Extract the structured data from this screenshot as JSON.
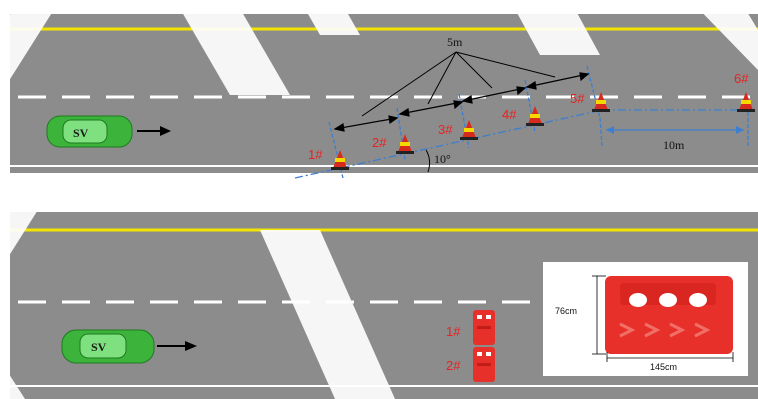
{
  "top_scene": {
    "car_label": "SV",
    "spacing_label": "5m",
    "angle_label": "10°",
    "gap_label": "10m",
    "cones": [
      {
        "label": "1#"
      },
      {
        "label": "2#"
      },
      {
        "label": "3#"
      },
      {
        "label": "4#"
      },
      {
        "label": "5#"
      },
      {
        "label": "6#"
      }
    ]
  },
  "bottom_scene": {
    "car_label": "SV",
    "barriers": [
      {
        "label": "1#"
      },
      {
        "label": "2#"
      }
    ],
    "inset": {
      "height_label": "76cm",
      "width_label": "145cm"
    }
  },
  "colors": {
    "road": "#8c8c8c",
    "center_line": "#f2e400",
    "lane_marking": "#ffffff",
    "cone_red": "#d62a1c",
    "cone_yellow": "#f5d800",
    "guide_blue": "#3b7fd0",
    "label_red": "#e8231f",
    "car_green": "#3cb43c",
    "barrier_red": "#e8302a"
  }
}
